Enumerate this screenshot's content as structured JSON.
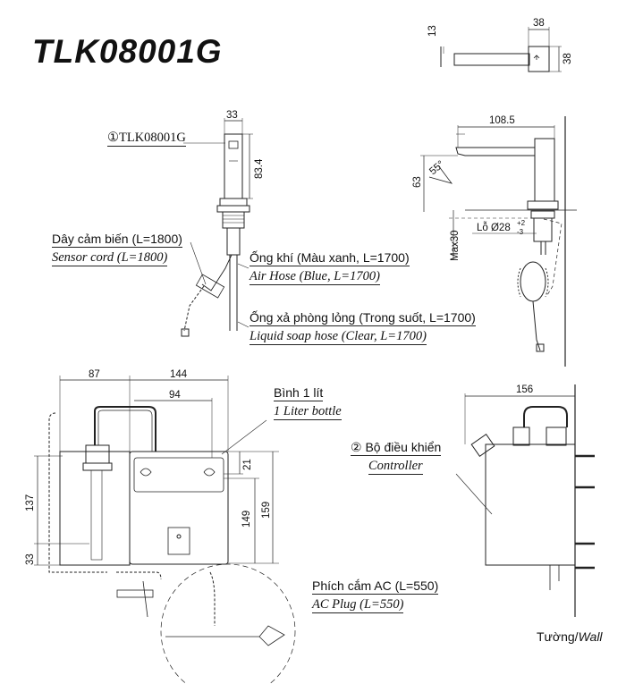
{
  "title": "TLK08001G",
  "labels": {
    "part1": "①TLK08001G",
    "sensor_cord_vi": "Dây cảm biến (L=1800)",
    "sensor_cord_en": "Sensor cord (L=1800)",
    "air_hose_vi": "Ống khí (Màu xanh, L=1700)",
    "air_hose_en": "Air Hose (Blue, L=1700)",
    "soap_hose_vi": "Ống xả phòng lỏng (Trong suốt, L=1700)",
    "soap_hose_en": "Liquid soap hose (Clear, L=1700)",
    "bottle_vi": "Bình 1 lít",
    "bottle_en": "1 Liter bottle",
    "controller_vi": "② Bộ điều khiển",
    "controller_en": "Controller",
    "ac_plug_vi": "Phích cắm AC (L=550)",
    "ac_plug_en": "AC Plug (L=550)",
    "wall_vi": "Tường/",
    "wall_en": "Wall"
  },
  "dimensions": {
    "top_13": "13",
    "top_38a": "38",
    "top_38b": "38",
    "front_33": "33",
    "front_834": "83.4",
    "side_1085": "108.5",
    "side_63": "63",
    "side_55": "55°",
    "side_hole": "Lỗ Ø28",
    "side_tol_plus": "+2",
    "side_tol_minus": "-3",
    "side_max30": "Max30",
    "ctrl_87": "87",
    "ctrl_144": "144",
    "ctrl_94": "94",
    "ctrl_21": "21",
    "ctrl_137": "137",
    "ctrl_149": "149",
    "ctrl_159": "159",
    "ctrl_33": "33",
    "ctrl_156": "156"
  }
}
